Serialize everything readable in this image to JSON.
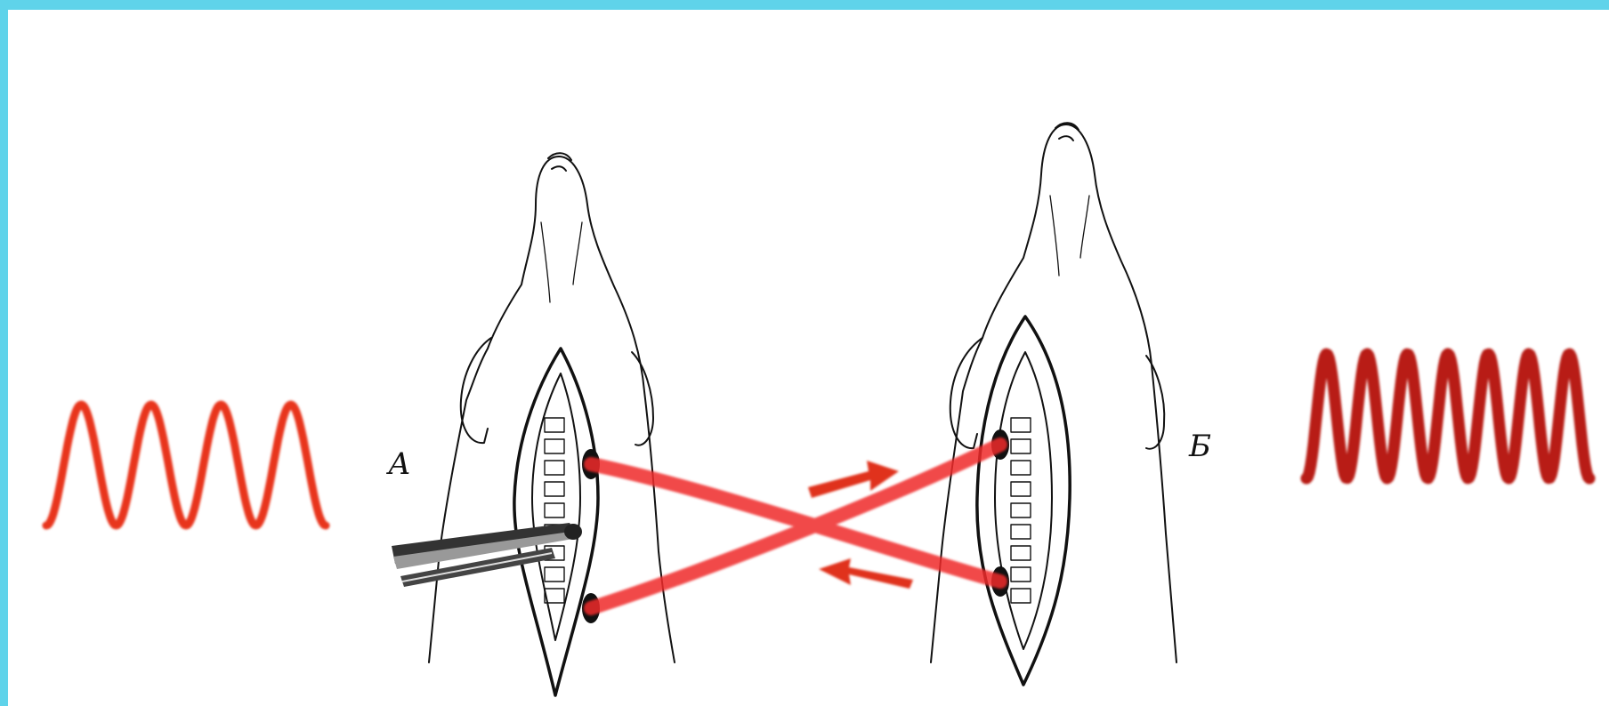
{
  "labels": {
    "left": "А",
    "right": "Б"
  },
  "colors": {
    "frame": "#5fd3ea",
    "wave_left": "#e8351c",
    "wave_right": "#b81e14",
    "connection": "#ef2a2a",
    "arrow": "#e0321a",
    "outline": "#111111"
  },
  "waves": {
    "left": {
      "cycles": 4
    },
    "right": {
      "cycles": 7
    }
  },
  "icons": {
    "left_animal": "rat-dorsal-outline-icon",
    "right_animal": "rat-dorsal-outline-icon",
    "forceps": "forceps-icon",
    "arrow_right": "arrow-right-icon",
    "arrow_left": "arrow-left-icon"
  }
}
